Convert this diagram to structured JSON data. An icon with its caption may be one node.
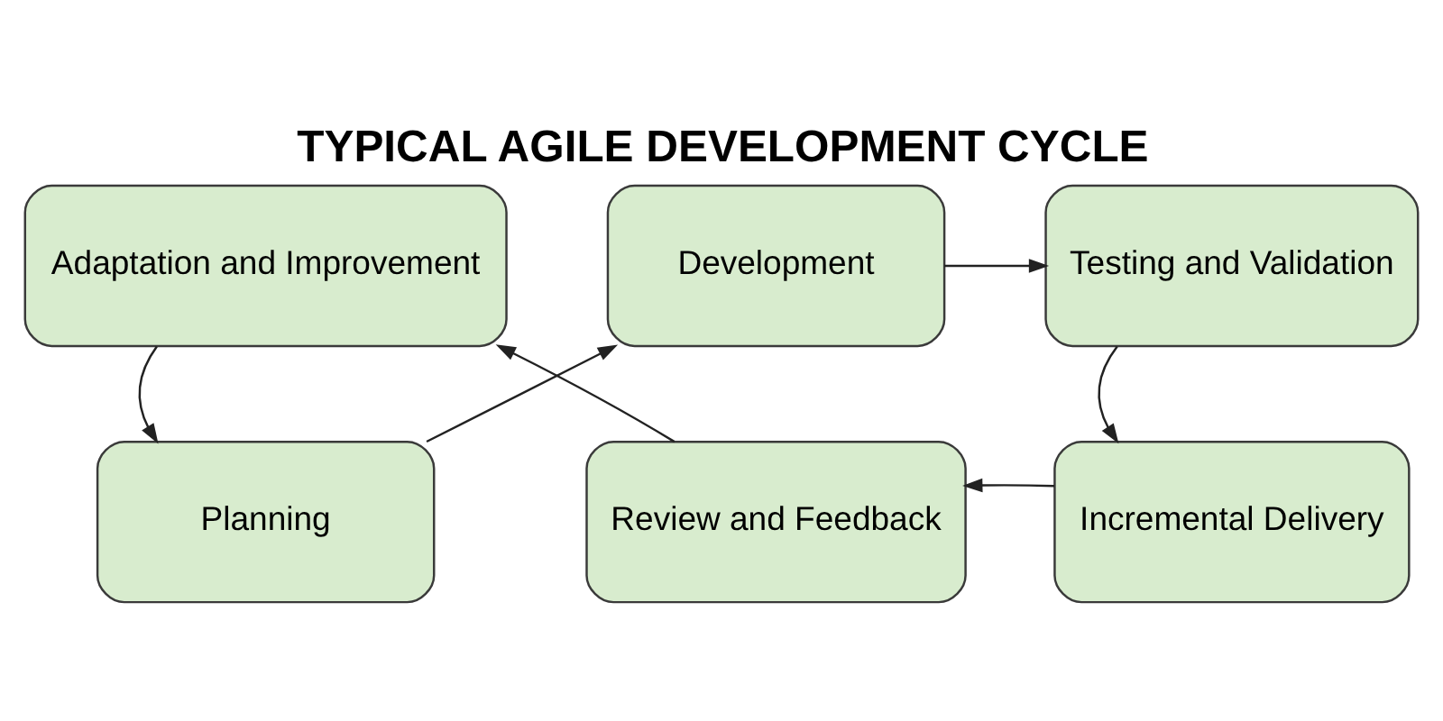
{
  "diagram": {
    "title": "TYPICAL AGILE DEVELOPMENT CYCLE",
    "nodes": [
      {
        "text": [
          "Planning"
        ]
      },
      {
        "text": [
          "Development"
        ]
      },
      {
        "text": [
          "Testing and Validation"
        ]
      },
      {
        "text": [
          "Incremental Delivery"
        ]
      },
      {
        "text": [
          "Review and Feedback"
        ]
      },
      {
        "text": [
          "Adaptation and Improvement"
        ]
      }
    ],
    "edges": [
      {
        "from": 0,
        "to": 1,
        "arrow": "to"
      },
      {
        "from": 1,
        "to": 2,
        "arrow": "to"
      },
      {
        "from": 2,
        "to": 3,
        "arrow": "to"
      },
      {
        "from": 3,
        "to": 4,
        "arrow": "to"
      },
      {
        "from": 4,
        "to": 5,
        "arrow": "to"
      },
      {
        "from": 5,
        "to": 0,
        "arrow": "to"
      }
    ]
  }
}
